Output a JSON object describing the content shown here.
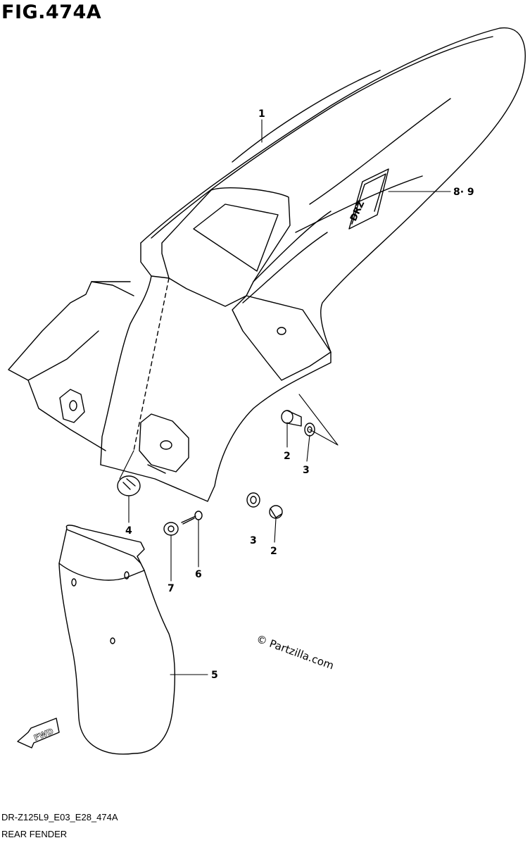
{
  "figure": {
    "title": "FIG.474A"
  },
  "callouts": {
    "c1": "1",
    "c89": "8· 9",
    "c2a": "2",
    "c3a": "3",
    "c4": "4",
    "c3b": "3",
    "c2b": "2",
    "c6": "6",
    "c7": "7",
    "c5": "5"
  },
  "fwd_label": "FWD",
  "decal_text": "DRZ",
  "watermark": "© Partzilla.com",
  "footer": {
    "code": "DR-Z125L9_E03_E28_474A",
    "name": "REAR FENDER"
  },
  "colors": {
    "line": "#000000",
    "background": "#ffffff"
  }
}
